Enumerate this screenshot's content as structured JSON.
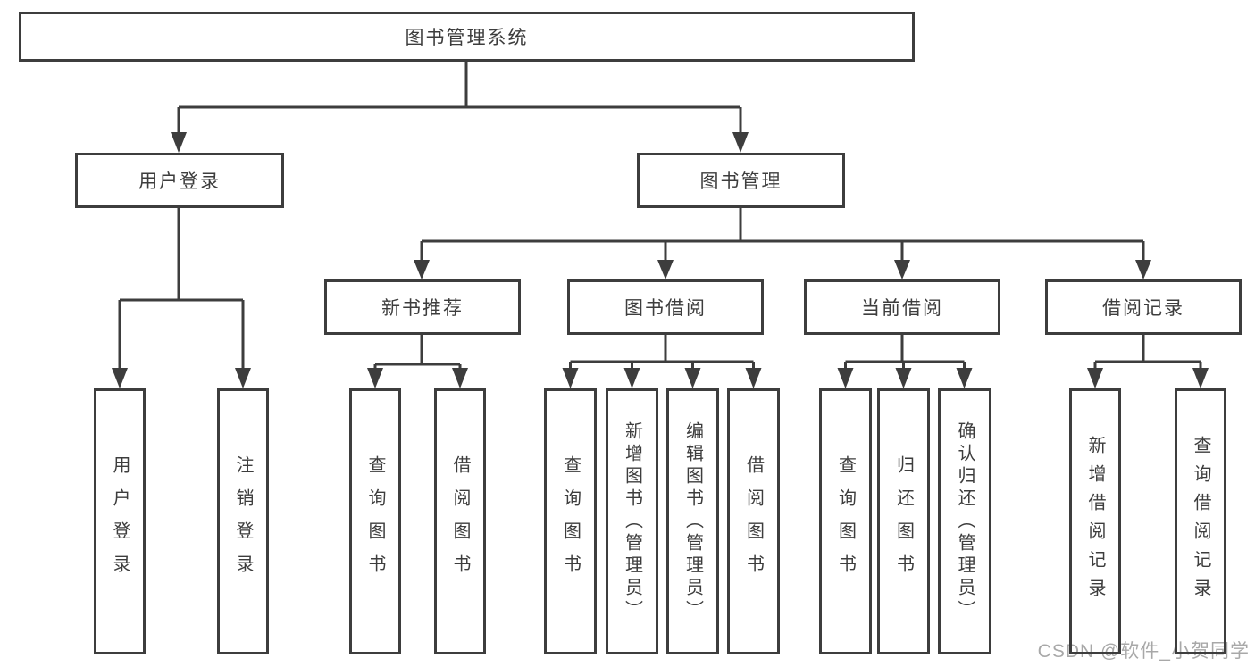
{
  "diagram": {
    "root": {
      "label": "图书管理系统"
    },
    "level2": [
      {
        "label": "用户登录",
        "children": [
          {
            "label": "用户登录"
          },
          {
            "label": "注销登录"
          }
        ]
      },
      {
        "label": "图书管理",
        "children": [
          {
            "label": "新书推荐",
            "children": [
              {
                "label": "查询图书"
              },
              {
                "label": "借阅图书"
              }
            ]
          },
          {
            "label": "图书借阅",
            "children": [
              {
                "label": "查询图书"
              },
              {
                "label": "新增图书（管理员）"
              },
              {
                "label": "编辑图书（管理员）"
              },
              {
                "label": "借阅图书"
              }
            ]
          },
          {
            "label": "当前借阅",
            "children": [
              {
                "label": "查询图书"
              },
              {
                "label": "归还图书"
              },
              {
                "label": "确认归还（管理员）"
              }
            ]
          },
          {
            "label": "借阅记录",
            "children": [
              {
                "label": "新增借阅记录"
              },
              {
                "label": "查询借阅记录"
              }
            ]
          }
        ]
      }
    ]
  },
  "watermark": {
    "text": "CSDN @软件_小贺同学"
  }
}
